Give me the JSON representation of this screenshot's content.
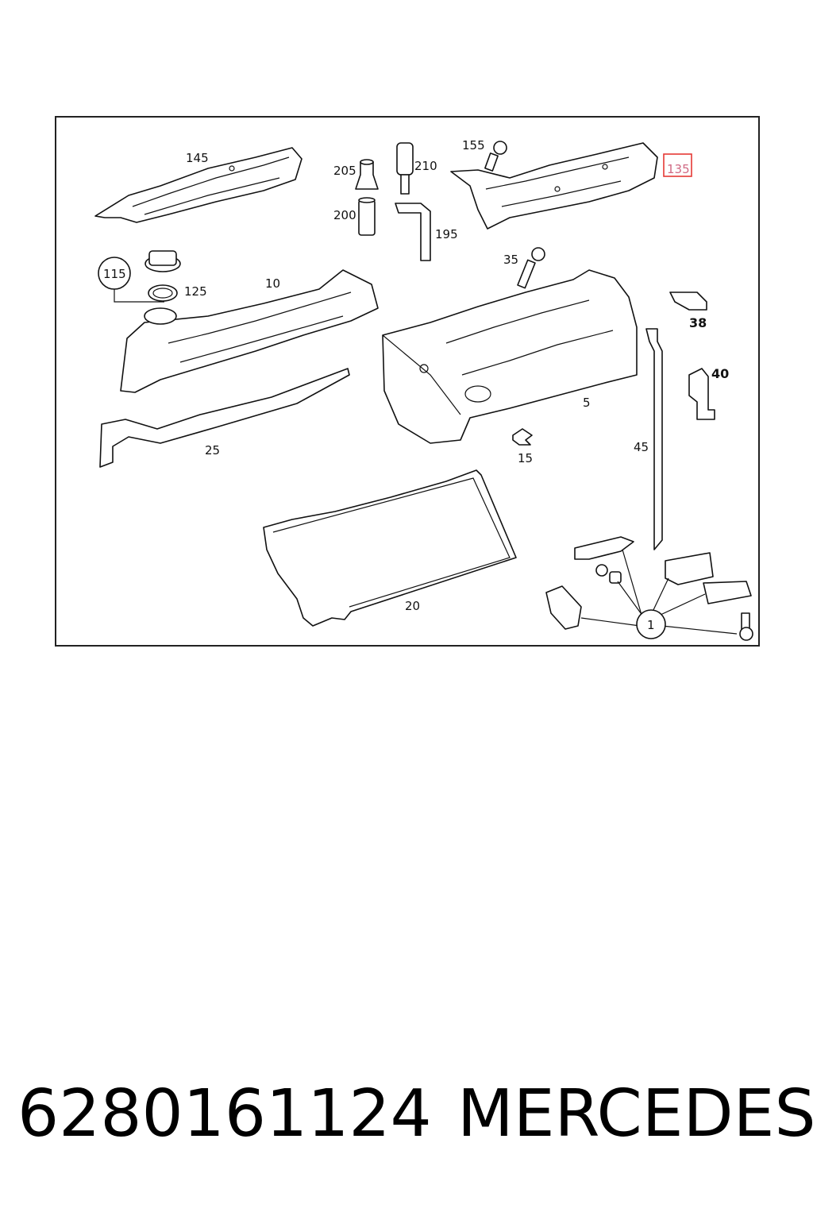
{
  "diagram": {
    "callouts": {
      "c145": "145",
      "c205": "205",
      "c210": "210",
      "c200": "200",
      "c195": "195",
      "c155": "155",
      "c135": "135",
      "c115": "115",
      "c125": "125",
      "c10": "10",
      "c35": "35",
      "c38": "38",
      "c40": "40",
      "c5": "5",
      "c25": "25",
      "c15": "15",
      "c45": "45",
      "c20": "20",
      "c1": "1"
    },
    "highlighted_callout": "135",
    "highlight_color": "#e53935"
  },
  "footer": {
    "part_number": "6280161124",
    "brand": "MERCEDES"
  }
}
